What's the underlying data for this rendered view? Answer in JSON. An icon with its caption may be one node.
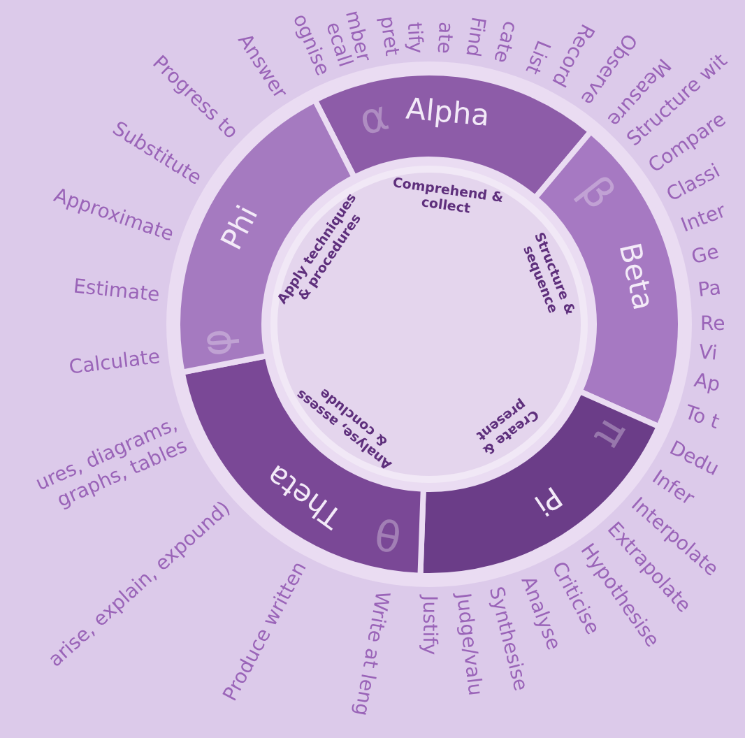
{
  "diagram": {
    "nodes": [
      {
        "text": [
          "Alpha",
          "α"
        ]
      },
      {
        "text": [
          "Beta",
          "β"
        ]
      },
      {
        "text": [
          "Pi",
          "π"
        ]
      },
      {
        "text": [
          "Theta",
          "θ"
        ]
      },
      {
        "text": [
          "Phi",
          "φ"
        ]
      }
    ],
    "labels": [
      "Comprehend & collect",
      "Structure & sequence",
      "Create & present",
      "Analyse, assess & conclude",
      "Apply techniques & procedures",
      "Progress to",
      "Answer",
      "ognise",
      "ecall",
      "mber",
      "pret",
      "tify",
      "ate",
      "Find",
      "cate",
      "List",
      "Record",
      "Observe",
      "Measure",
      "Substitute",
      "Approximate",
      "Estimate",
      "Calculate",
      "ures, diagrams, graphs, tables",
      "arise, explain, expound)",
      "Structure wit",
      "Compare",
      "Classi",
      "Inter",
      "Ge",
      "Pa",
      "Re",
      "Vi",
      "Ap",
      "To t",
      "Dedu",
      "Infer",
      "Interpolate",
      "Produce written",
      "Write at leng",
      "Justify",
      "Judge/valu",
      "Synthesise",
      "Analyse",
      "Criticise",
      "Hypothesise",
      "Extrapolate"
    ]
  }
}
